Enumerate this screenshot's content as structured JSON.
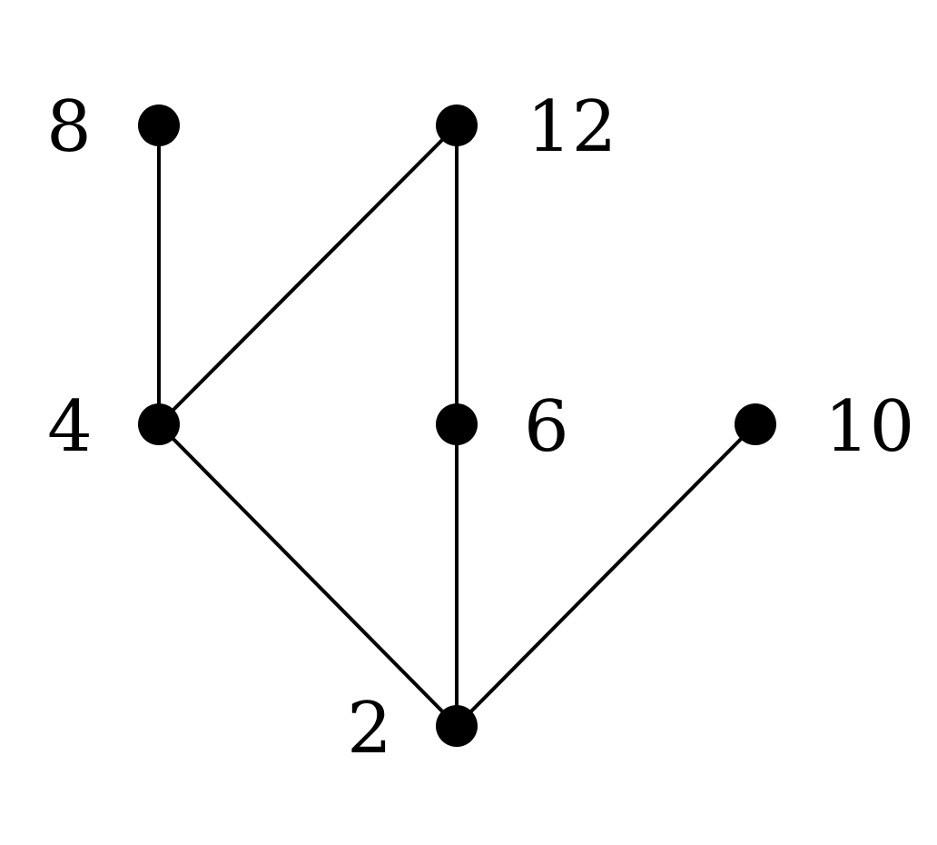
{
  "diagram": {
    "type": "hasse-diagram",
    "nodes": [
      {
        "id": "n8",
        "label": "8"
      },
      {
        "id": "n12",
        "label": "12"
      },
      {
        "id": "n4",
        "label": "4"
      },
      {
        "id": "n6",
        "label": "6"
      },
      {
        "id": "n10",
        "label": "10"
      },
      {
        "id": "n2",
        "label": "2"
      }
    ],
    "edges": [
      {
        "from": "n4",
        "to": "n8"
      },
      {
        "from": "n4",
        "to": "n12"
      },
      {
        "from": "n6",
        "to": "n12"
      },
      {
        "from": "n2",
        "to": "n4"
      },
      {
        "from": "n2",
        "to": "n6"
      },
      {
        "from": "n2",
        "to": "n10"
      }
    ],
    "colors": {
      "ink": "#000000",
      "background": "#ffffff"
    }
  }
}
